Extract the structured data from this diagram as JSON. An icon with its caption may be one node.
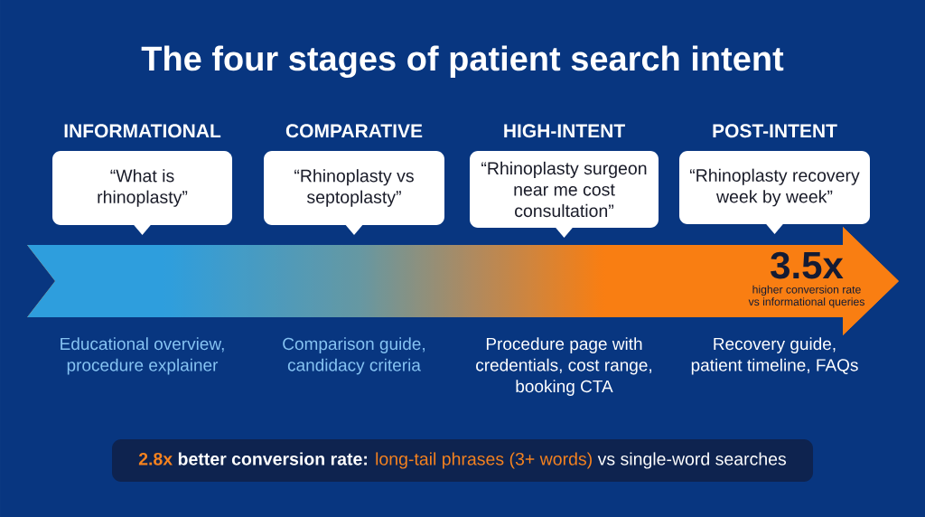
{
  "diagram": {
    "title": "The four stages of patient search intent",
    "nodes": [
      {
        "text": [
          "INFORMATIONAL",
          "“What is rhinoplasty”"
        ]
      },
      {
        "text": [
          "COMPARATIVE",
          "“Rhinoplasty vs septoplasty”"
        ]
      },
      {
        "text": [
          "HIGH-INTENT",
          "“Rhinoplasty surgeon near me cost consultation”"
        ]
      },
      {
        "text": [
          "POST-INTENT",
          "“Rhinoplasty recovery week by week”"
        ]
      },
      {
        "text": [
          "3.5x",
          "higher conversion rate vs informational queries"
        ]
      },
      {
        "text": [
          "2.8x",
          "better conversion rate:",
          "long-tail phrases (3+ words)",
          "vs single-word searches"
        ]
      }
    ],
    "labels": [
      "Educational overview, procedure explainer",
      "Comparison guide, candidacy criteria",
      "Procedure page with credentials, cost range, booking CTA",
      "Recovery guide, patient timeline, FAQs"
    ]
  }
}
